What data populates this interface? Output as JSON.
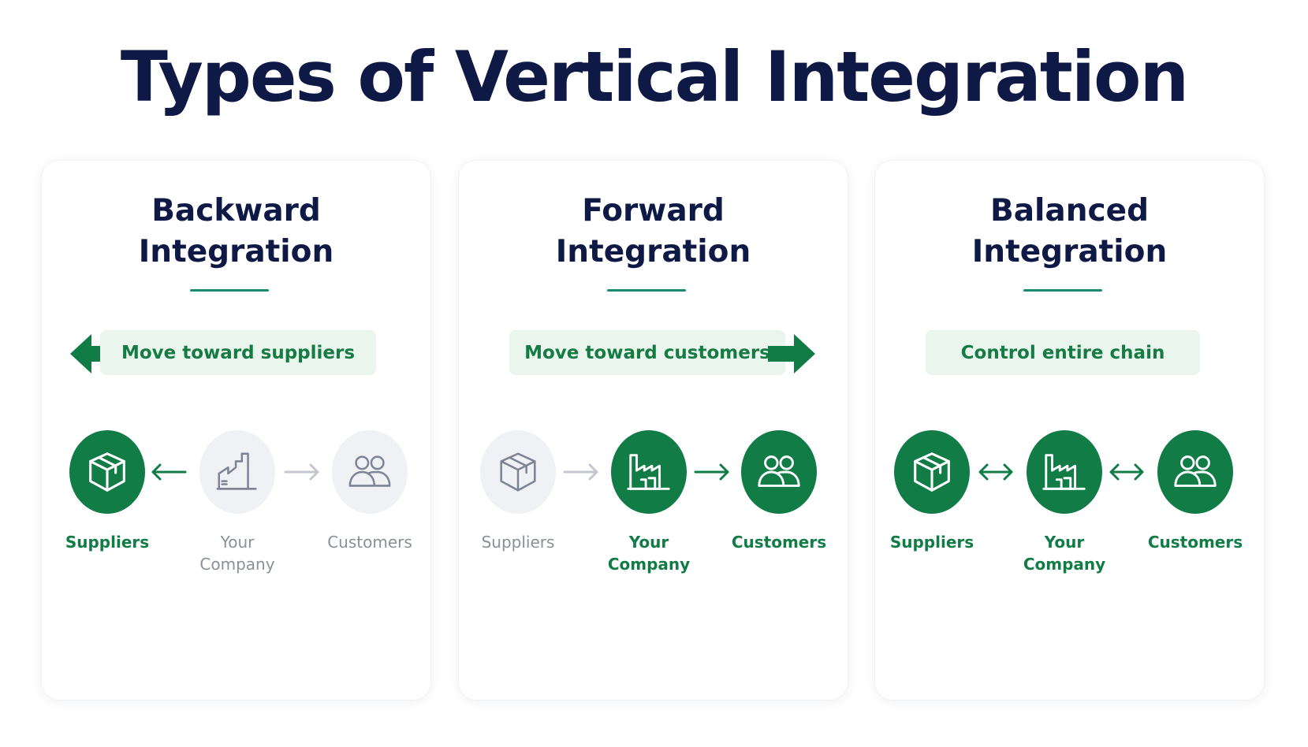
{
  "title": "Types of Vertical Integration",
  "colors": {
    "title": "#0e1a45",
    "accent_green": "#127c46",
    "pill_bg": "#eaf5ee",
    "rule_teal": "#1a8a74",
    "inactive_bg": "#f0f1f4",
    "inactive_text": "#8a8f98"
  },
  "panels": [
    {
      "title_line1": "Backward",
      "title_line2": "Integration",
      "direction_label": "Move toward suppliers",
      "direction_icon": "arrow-left-icon",
      "nodes": [
        {
          "label": "Suppliers",
          "icon": "box-icon",
          "active": true
        },
        {
          "label_line1": "Your",
          "label_line2": "Company",
          "icon": "factory-icon",
          "active": false
        },
        {
          "label": "Customers",
          "icon": "users-icon",
          "active": false
        }
      ]
    },
    {
      "title_line1": "Forward",
      "title_line2": "Integration",
      "direction_label": "Move toward customers",
      "direction_icon": "arrow-right-icon",
      "nodes": [
        {
          "label": "Suppliers",
          "icon": "box-icon",
          "active": false
        },
        {
          "label_line1": "Your",
          "label_line2": "Company",
          "icon": "factory-icon",
          "active": true
        },
        {
          "label": "Customers",
          "icon": "users-icon",
          "active": true
        }
      ]
    },
    {
      "title_line1": "Balanced",
      "title_line2": "Integration",
      "direction_label": "Control entire chain",
      "direction_icon": "",
      "nodes": [
        {
          "label": "Suppliers",
          "icon": "box-icon",
          "active": true
        },
        {
          "label_line1": "Your",
          "label_line2": "Company",
          "icon": "factory-icon",
          "active": true
        },
        {
          "label": "Customers",
          "icon": "users-icon",
          "active": true
        }
      ]
    }
  ]
}
